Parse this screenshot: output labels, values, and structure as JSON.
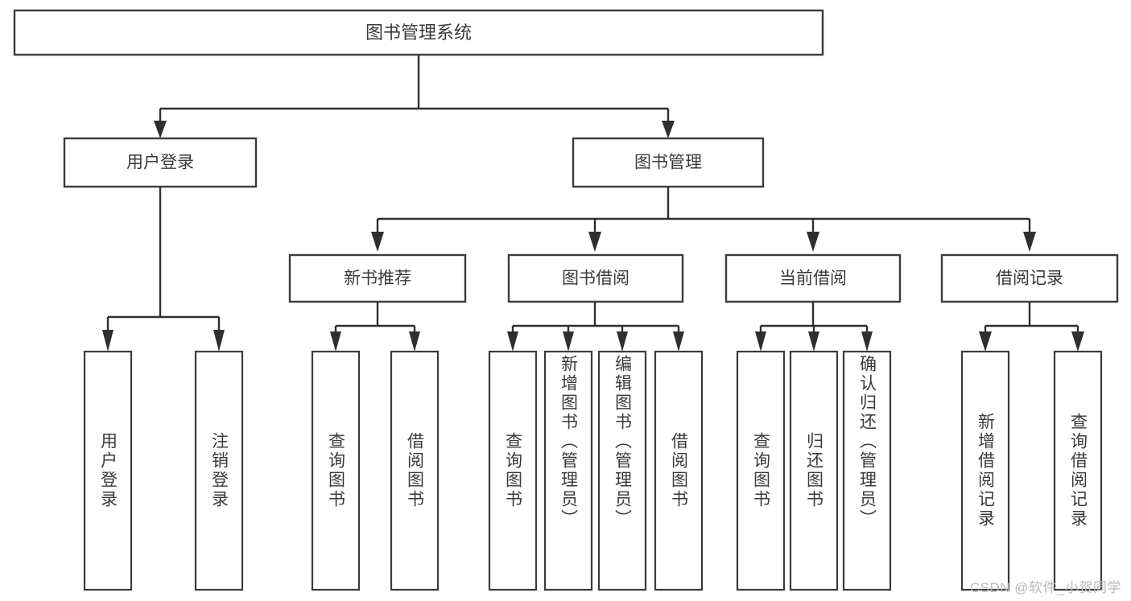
{
  "diagram": {
    "type": "tree-hierarchy",
    "title": "图书管理系统",
    "watermark": "CSDN @软件_小贺同学",
    "colors": {
      "background": "#ffffff",
      "box_fill": "#ffffff",
      "box_stroke": "#3b3b3b",
      "connector": "#2f2f2f",
      "text": "#3a3a3a",
      "watermark": "#b9b9b9"
    },
    "root": {
      "label": "图书管理系统"
    },
    "level2": [
      {
        "label": "用户登录"
      },
      {
        "label": "图书管理"
      }
    ],
    "level3": [
      {
        "label": "新书推荐"
      },
      {
        "label": "图书借阅"
      },
      {
        "label": "当前借阅"
      },
      {
        "label": "借阅记录"
      }
    ],
    "leaves": {
      "user_login": [
        {
          "label": "用户登录"
        },
        {
          "label": "注销登录"
        }
      ],
      "new_book_recommend": [
        {
          "label": "查询图书"
        },
        {
          "label": "借阅图书"
        }
      ],
      "book_borrow": [
        {
          "label": "查询图书"
        },
        {
          "label": "新增图书（管理员）"
        },
        {
          "label": "编辑图书（管理员）"
        },
        {
          "label": "借阅图书"
        }
      ],
      "current_borrow": [
        {
          "label": "查询图书"
        },
        {
          "label": "归还图书"
        },
        {
          "label": "确认归还（管理员）"
        }
      ],
      "borrow_record": [
        {
          "label": "新增借阅记录"
        },
        {
          "label": "查询借阅记录"
        }
      ]
    }
  }
}
